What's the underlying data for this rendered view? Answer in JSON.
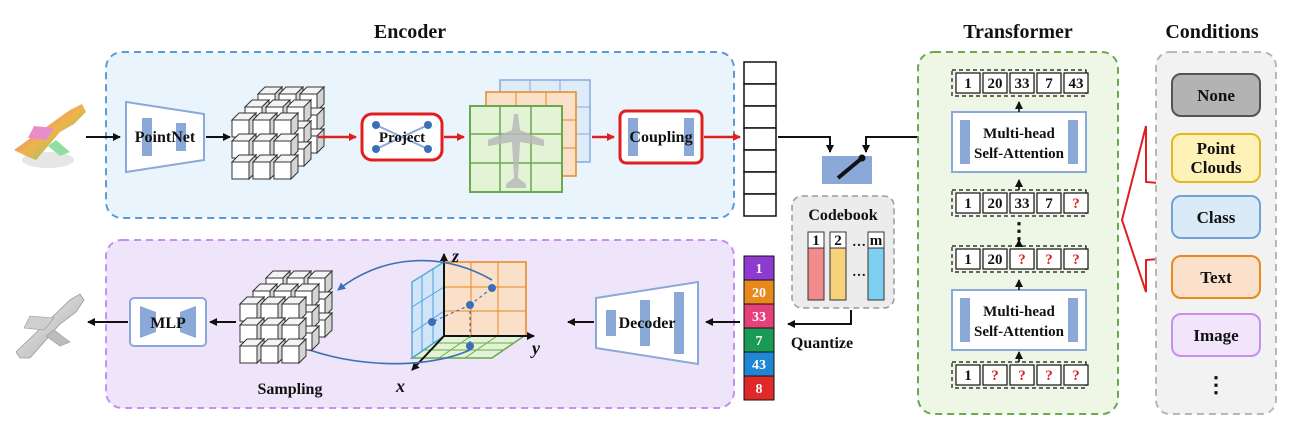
{
  "titles": {
    "encoder": "Encoder",
    "transformer": "Transformer",
    "conditions": "Conditions"
  },
  "encoder": {
    "pointnet_label": "PointNet",
    "project_label": "Project",
    "coupling_label": "Coupling"
  },
  "decoder_row": {
    "mlp_label": "MLP",
    "decoder_label": "Decoder",
    "sampling_label": "Sampling",
    "axis_x": "x",
    "axis_y": "y",
    "axis_z": "z"
  },
  "codebook": {
    "title": "Codebook",
    "entries": [
      "1",
      "2",
      "m"
    ],
    "ellipsis": "…",
    "quantize_label": "Quantize"
  },
  "quantized_tokens": [
    "1",
    "20",
    "33",
    "7",
    "43",
    "8"
  ],
  "transformer": {
    "attention_label_line1": "Multi-head",
    "attention_label_line2": "Self-Attention",
    "rows": [
      [
        "1",
        "20",
        "33",
        "7",
        "43"
      ],
      [
        "1",
        "20",
        "33",
        "7",
        "?"
      ],
      [
        "1",
        "20",
        "?",
        "?",
        "?"
      ],
      [
        "1",
        "?",
        "?",
        "?",
        "?"
      ]
    ],
    "vertical_ellipsis": "⋮"
  },
  "conditions": {
    "items": [
      "None",
      "Point Clouds",
      "Class",
      "Text",
      "Image"
    ],
    "more": "⋮"
  },
  "colors": {
    "encoder_border": "#5b9bd5",
    "encoder_fill": "#eaf4fc",
    "decoder_border": "#c88ef0",
    "decoder_fill": "#efe5fa",
    "transformer_border": "#6aa84f",
    "transformer_fill": "#eef7e6",
    "red_arrow": "#e02020",
    "block_blue": "#8aa9d8",
    "token_colors": [
      "#8e3ad0",
      "#e8891c",
      "#e5407a",
      "#1a9a55",
      "#1f86d4",
      "#e02a2a"
    ]
  }
}
